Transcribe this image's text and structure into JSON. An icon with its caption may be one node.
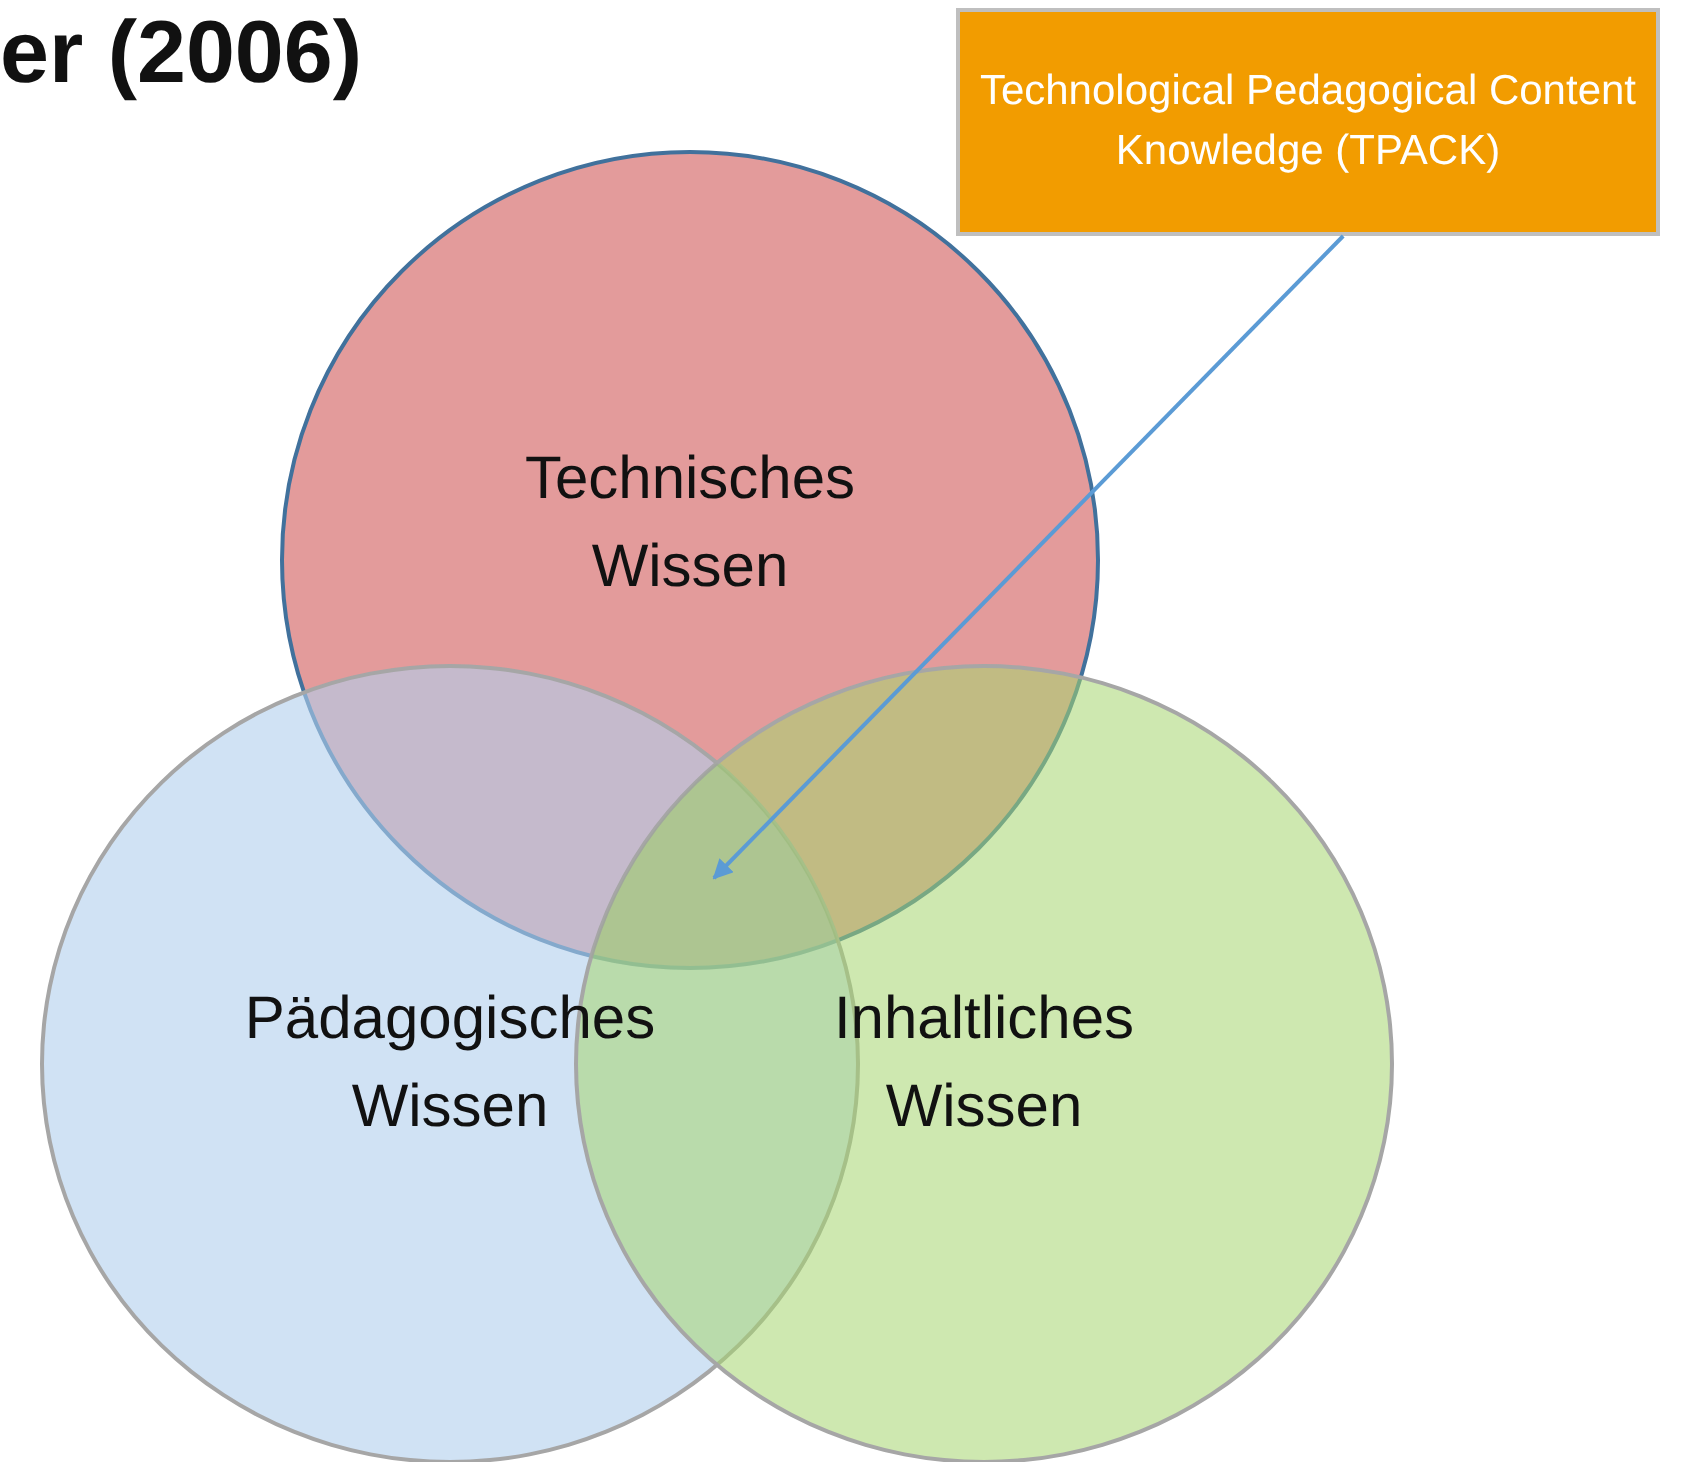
{
  "diagram": {
    "title": "er (2006)",
    "nodes": [
      {
        "text": [
          "Technisches Wissen"
        ]
      },
      {
        "text": [
          "Pädagogisches Wissen"
        ]
      },
      {
        "text": [
          "Inhaltliches Wissen"
        ]
      },
      {
        "text": [
          "Technological Pedagogical Content Knowledge (TPACK)"
        ]
      },
      {
        "text": [],
        "shape": "region"
      }
    ],
    "edges": [
      {
        "from": 3,
        "to": 4,
        "arrow": "to"
      }
    ]
  }
}
